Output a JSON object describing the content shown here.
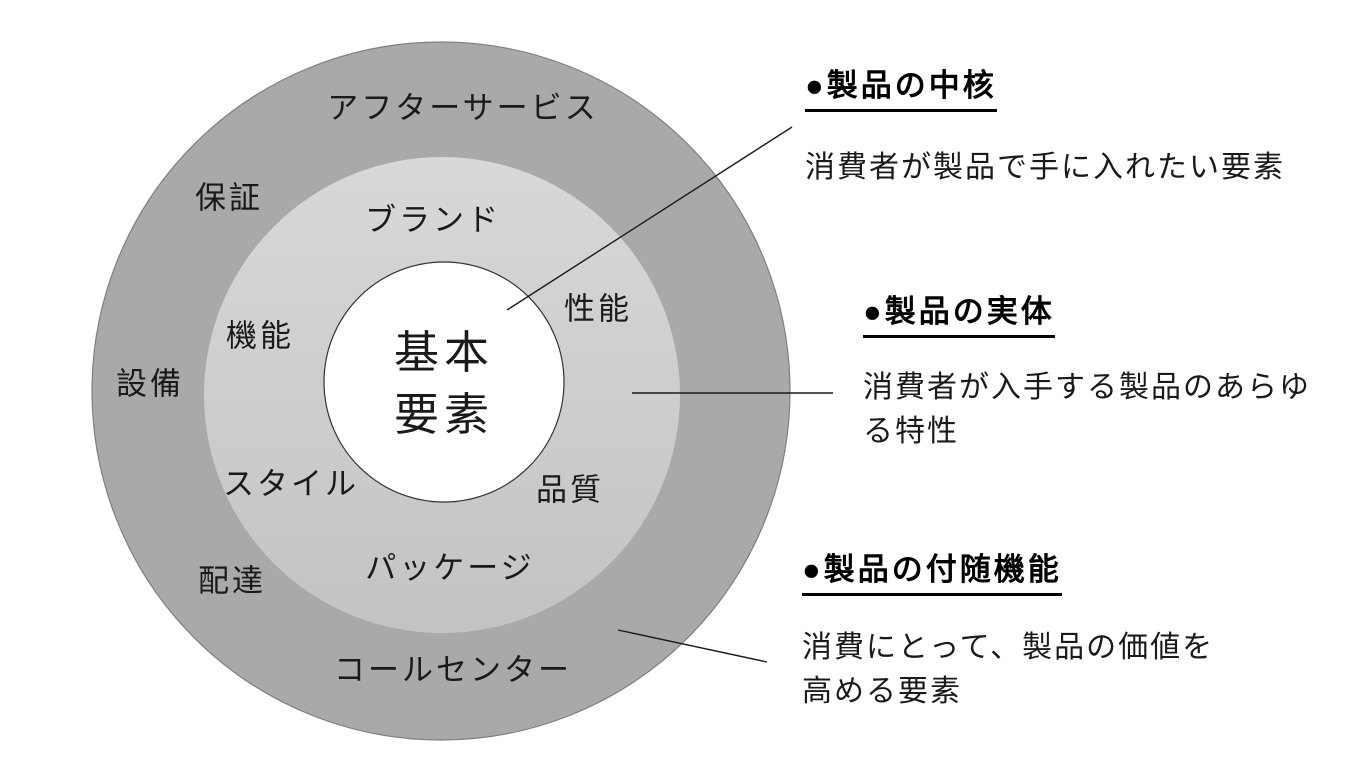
{
  "diagram": {
    "center": {
      "line1": "基本",
      "line2": "要素"
    },
    "labels": {
      "after_service": "アフターサービス",
      "warranty": "保証",
      "equipment": "設備",
      "delivery": "配達",
      "call_center": "コールセンター",
      "brand": "ブランド",
      "function": "機能",
      "performance": "性能",
      "style": "スタイル",
      "quality": "品質",
      "package": "パッケージ"
    },
    "colors": {
      "outer_ring": "#a9a9a9",
      "outer_ring_outline": "#7f7f7f",
      "middle_ring_top": "#d8d8d8",
      "middle_ring_bottom": "#c3c3c3",
      "inner_circle": "#ffffff",
      "inner_circle_outline": "#333333",
      "leader_line": "#1a1a1a"
    }
  },
  "annotations": [
    {
      "heading": "●製品の中核",
      "body_lines": [
        "消費者が製品で手に入れたい要素"
      ]
    },
    {
      "heading": "●製品の実体",
      "body_lines": [
        "消費者が入手する製品のあらゆ",
        "る特性"
      ]
    },
    {
      "heading": "●製品の付随機能",
      "body_lines": [
        "消費にとって、製品の価値を",
        "高める要素"
      ]
    }
  ]
}
